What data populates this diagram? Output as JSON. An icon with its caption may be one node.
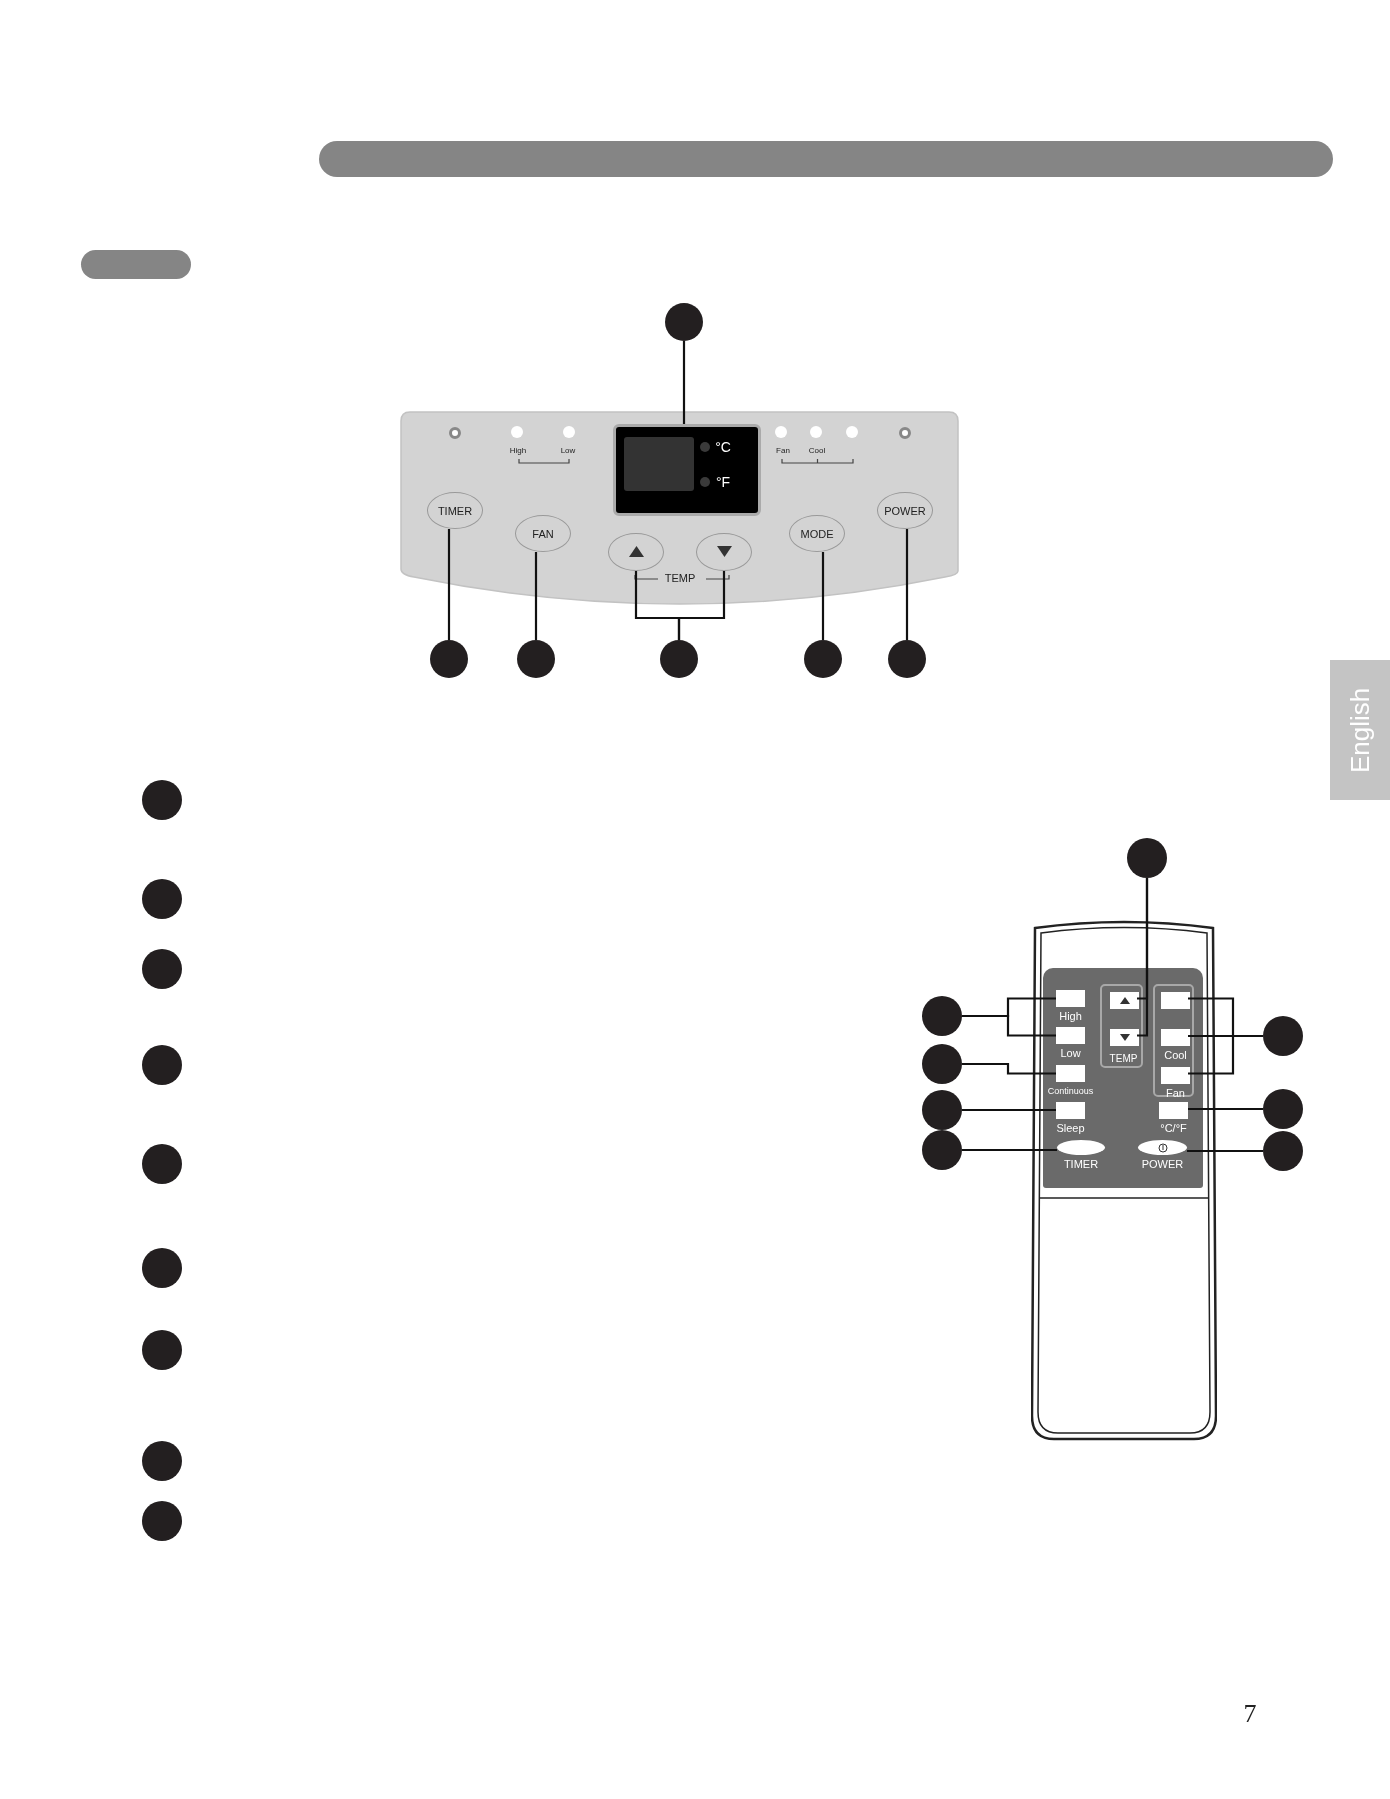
{
  "diagram": {
    "nodes": [
      {
        "text": [],
        "shape": "box"
      },
      {
        "text": [],
        "shape": "circle"
      },
      {
        "text": [
          "°C",
          "°F"
        ],
        "in": 0
      },
      {
        "text": [
          "TIMER"
        ],
        "in": 0
      },
      {
        "text": [
          "FAN"
        ],
        "in": 0
      },
      {
        "text": [],
        "shape": "ellipse",
        "in": 0
      },
      {
        "text": [],
        "shape": "ellipse",
        "in": 0
      },
      {
        "text": [
          "MODE"
        ],
        "in": 0
      },
      {
        "text": [
          "POWER"
        ],
        "in": 0
      },
      {
        "text": [],
        "shape": "circle"
      },
      {
        "text": [],
        "shape": "circle"
      },
      {
        "text": [],
        "shape": "circle"
      },
      {
        "text": [],
        "shape": "circle"
      },
      {
        "text": [],
        "shape": "circle"
      },
      {
        "text": [
          "English"
        ]
      },
      {
        "text": [],
        "shape": "circle"
      },
      {
        "text": [],
        "shape": "circle"
      },
      {
        "text": [],
        "shape": "circle"
      },
      {
        "text": [],
        "shape": "circle"
      },
      {
        "text": [],
        "shape": "circle"
      },
      {
        "text": [],
        "shape": "circle"
      },
      {
        "text": [],
        "shape": "circle"
      },
      {
        "text": [],
        "shape": "circle"
      },
      {
        "text": [],
        "shape": "circle"
      },
      {
        "text": [],
        "shape": "circle"
      },
      {
        "text": [],
        "shape": "box"
      },
      {
        "text": [],
        "shape": "box",
        "in": 25
      },
      {
        "text": [
          "TEMP"
        ],
        "in": 26
      },
      {
        "text": [],
        "shape": "box",
        "in": 26
      },
      {
        "text": [
          "High"
        ],
        "in": 26
      },
      {
        "text": [],
        "shape": "box",
        "in": 27
      },
      {
        "text": [],
        "shape": "box",
        "in": 28
      },
      {
        "text": [
          "Low"
        ],
        "in": 26
      },
      {
        "text": [],
        "shape": "box",
        "in": 27
      },
      {
        "text": [
          "Cool"
        ],
        "in": 28
      },
      {
        "text": [
          "Continuous"
        ],
        "in": 26
      },
      {
        "text": [
          "Fan"
        ],
        "in": 28
      },
      {
        "text": [
          "Sleep"
        ],
        "in": 26
      },
      {
        "text": [
          "°C/°F"
        ],
        "in": 26
      },
      {
        "text": [
          "TIMER"
        ],
        "in": 26
      },
      {
        "text": [
          "POWER"
        ],
        "in": 26
      },
      {
        "text": [],
        "shape": "circle"
      },
      {
        "text": [],
        "shape": "circle"
      },
      {
        "text": [],
        "shape": "circle"
      },
      {
        "text": [],
        "shape": "circle"
      },
      {
        "text": [],
        "shape": "circle"
      },
      {
        "text": [],
        "shape": "circle"
      },
      {
        "text": [],
        "shape": "circle"
      },
      {
        "text": [],
        "shape": "bar"
      },
      {
        "text": [],
        "shape": "bar"
      }
    ],
    "edges": [
      {
        "from": 1,
        "to": 2,
        "arrow": "none"
      },
      {
        "from": 9,
        "to": 3,
        "arrow": "none"
      },
      {
        "from": 10,
        "to": 4,
        "arrow": "none"
      },
      {
        "from": 11,
        "to": 5,
        "arrow": "none"
      },
      {
        "from": 11,
        "to": 6,
        "arrow": "none"
      },
      {
        "from": 12,
        "to": 7,
        "arrow": "none"
      },
      {
        "from": 13,
        "to": 8,
        "arrow": "none"
      },
      {
        "from": 24,
        "to": 30,
        "arrow": "none"
      },
      {
        "from": 24,
        "to": 33,
        "arrow": "none"
      },
      {
        "from": 41,
        "to": 29,
        "arrow": "none"
      },
      {
        "from": 41,
        "to": 32,
        "arrow": "none"
      },
      {
        "from": 42,
        "to": 35,
        "arrow": "none"
      },
      {
        "from": 43,
        "to": 37,
        "arrow": "none"
      },
      {
        "from": 44,
        "to": 39,
        "arrow": "none"
      },
      {
        "from": 45,
        "to": 31,
        "arrow": "none"
      },
      {
        "from": 45,
        "to": 34,
        "arrow": "none"
      },
      {
        "from": 45,
        "to": 36,
        "arrow": "none"
      },
      {
        "from": 46,
        "to": 38,
        "arrow": "none"
      },
      {
        "from": 47,
        "to": 40,
        "arrow": "none"
      }
    ],
    "labels": [
      "High",
      "Low",
      "Fan",
      "Cool",
      "TEMP",
      "7"
    ]
  }
}
